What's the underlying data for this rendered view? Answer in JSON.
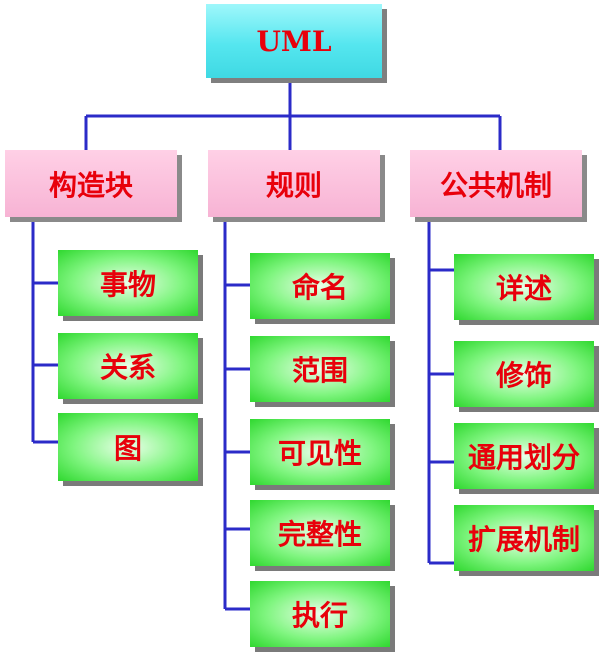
{
  "root": {
    "label": "UML"
  },
  "categories": [
    {
      "label": "构造块",
      "items": [
        "事物",
        "关系",
        "图"
      ]
    },
    {
      "label": "规则",
      "items": [
        "命名",
        "范围",
        "可见性",
        "完整性",
        "执行"
      ]
    },
    {
      "label": "公共机制",
      "items": [
        "详述",
        "修饰",
        "通用划分",
        "扩展机制"
      ]
    }
  ],
  "colors": {
    "line": "#2b2bc8",
    "text": "#e8000b",
    "root_fill": "#55e6ef",
    "category_fill": "#f7b3d4",
    "leaf_fill": "#55ee55"
  }
}
